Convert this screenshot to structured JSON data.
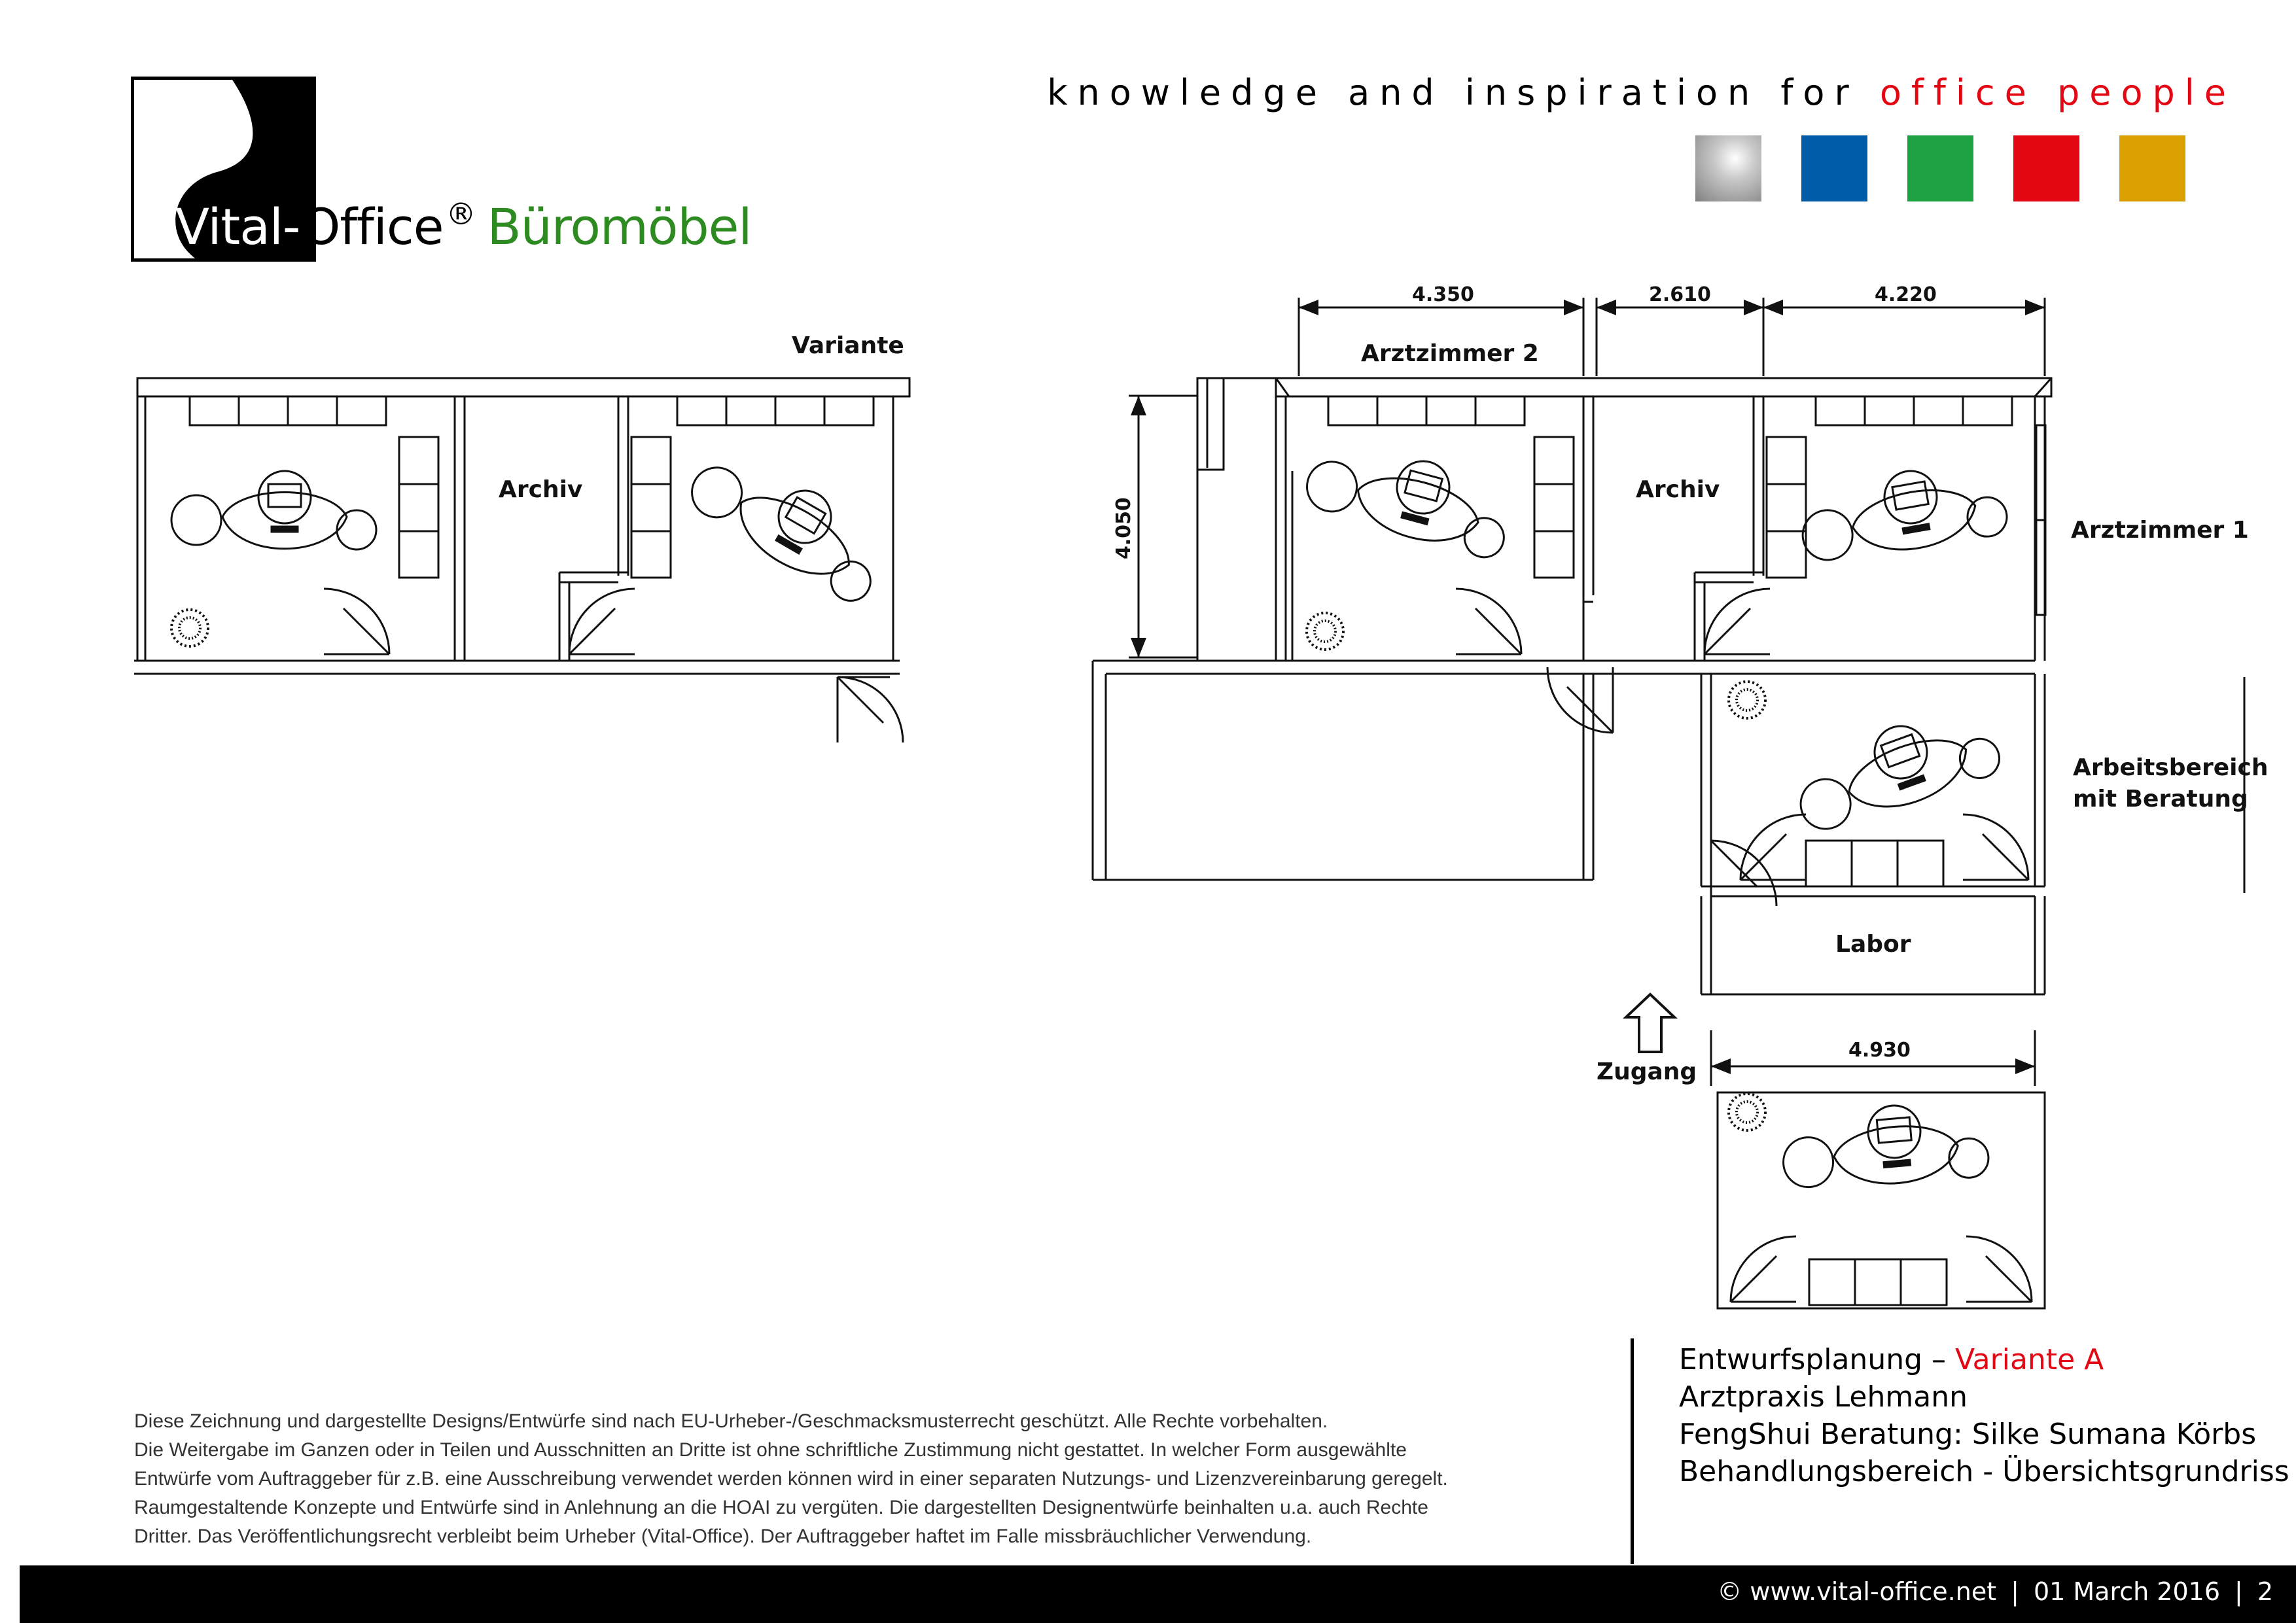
{
  "logo": {
    "word1": "Vital-",
    "word2": "Office",
    "registered": "®",
    "word3": "Büromöbel"
  },
  "tagline": {
    "part1": "knowledge and inspiration for ",
    "part2": "office people"
  },
  "swatches": [
    "#a9a9a9",
    "#005ca9",
    "#1fa244",
    "#e30613",
    "#daa000"
  ],
  "plan": {
    "variant_label": "Variante",
    "left": {
      "archiv": "Archiv"
    },
    "right": {
      "arztzimmer2": "Arztzimmer 2",
      "archiv": "Archiv",
      "arztzimmer1": "Arztzimmer 1",
      "arbeitsbereich_line1": "Arbeitsbereich",
      "arbeitsbereich_line2": "mit Beratung",
      "labor": "Labor",
      "zugang": "Zugang"
    },
    "dimensions": {
      "d1": "4.350",
      "d2": "2.610",
      "d3": "4.220",
      "d4": "4.050",
      "d5": "4.930"
    }
  },
  "info": {
    "line1_a": "Entwurfsplanung – ",
    "line1_b": "Variante A",
    "line2": "Arztpraxis Lehmann",
    "line3": "FengShui Beratung: Silke Sumana Körbs",
    "line4": "Behandlungsbereich - Übersichtsgrundriss"
  },
  "disclaimer": [
    "Diese Zeichnung und dargestellte Designs/Entwürfe sind nach EU-Urheber-/Geschmacksmusterrecht geschützt. Alle Rechte vorbehalten.",
    "Die Weitergabe im Ganzen oder in Teilen und Ausschnitten an Dritte ist ohne schriftliche Zustimmung nicht gestattet. In welcher Form ausgewählte",
    "Entwürfe vom Auftraggeber für z.B. eine Ausschreibung verwendet werden können wird in einer separaten Nutzungs- und Lizenzvereinbarung geregelt.",
    "Raumgestaltende Konzepte und Entwürfe sind in Anlehnung an die HOAI zu vergüten. Die dargestellten Designentwürfe beinhalten u.a. auch Rechte",
    "Dritter. Das Veröffentlichungsrecht verbleibt beim Urheber (Vital-Office). Der Auftraggeber haftet im Falle missbräuchlicher Verwendung."
  ],
  "footer": {
    "copyright": "©  www.vital-office.net",
    "date": "01 March 2016",
    "page": "2",
    "sep": "|"
  }
}
